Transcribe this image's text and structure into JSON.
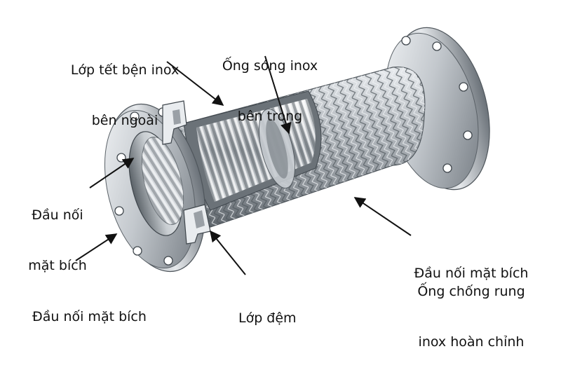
{
  "labels": {
    "outer_braid": {
      "line1": "Lớp tết bện inox",
      "line2": "bên ngoài"
    },
    "inner_corrugated": {
      "line1": "Ống sóng inox",
      "line2": "bên trong"
    },
    "left_flange_mid": {
      "line1": "Đầu nối",
      "line2": "mặt bích"
    },
    "left_flange_bottom": {
      "line1": "Đầu nối mặt bích"
    },
    "gasket": {
      "line1": "Lớp đệm"
    },
    "right_flange": {
      "line1": "Đầu nối mặt bích"
    },
    "assembly": {
      "line1": "Ống chống rung",
      "line2": "inox hoàn chỉnh"
    }
  },
  "colors": {
    "text": "#111111",
    "arrow": "#111111",
    "steel_light": "#e9ecef",
    "steel_mid": "#aab0b6",
    "steel_dark": "#5d646b",
    "braid": "#9aa0a6"
  }
}
